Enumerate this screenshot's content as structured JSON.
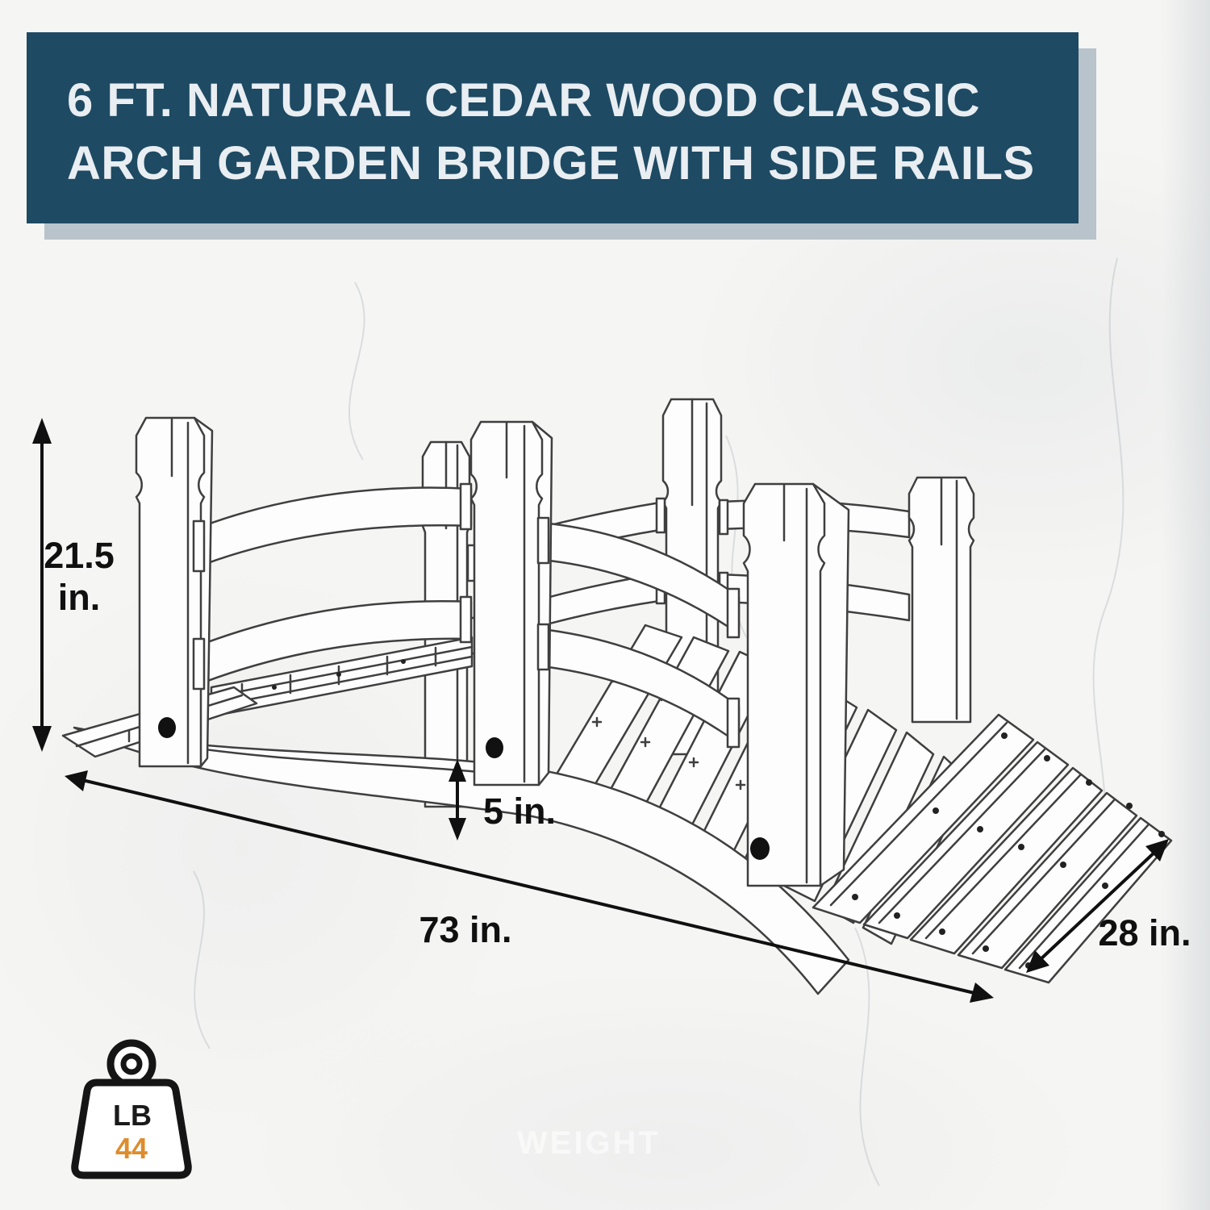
{
  "banner": {
    "title": "6 FT. NATURAL CEDAR WOOD CLASSIC ARCH GARDEN BRIDGE WITH SIDE RAILS",
    "title_line1": "6 FT. NATURAL CEDAR WOOD CLASSIC",
    "title_line2": "ARCH GARDEN BRIDGE WITH SIDE RAILS",
    "bg_color": "#1e4a63",
    "shadow_color": "#b8c3cb",
    "text_color": "#e9eef2"
  },
  "diagram": {
    "subject": "arch garden bridge line drawing",
    "line_color": "#3f3f3f",
    "dimension_color": "#101010",
    "dimensions": {
      "height": {
        "value": "21.5",
        "unit": "in."
      },
      "length": {
        "label": "73 in."
      },
      "post_clearance": {
        "label": "5 in."
      },
      "width": {
        "label": "28 in."
      }
    }
  },
  "weight_badge": {
    "icon": "weight-icon",
    "unit_label": "LB",
    "value": "44",
    "value_color": "#dd8d2d",
    "outline_color": "#151515"
  },
  "watermark": {
    "text": "WEIGHT"
  }
}
